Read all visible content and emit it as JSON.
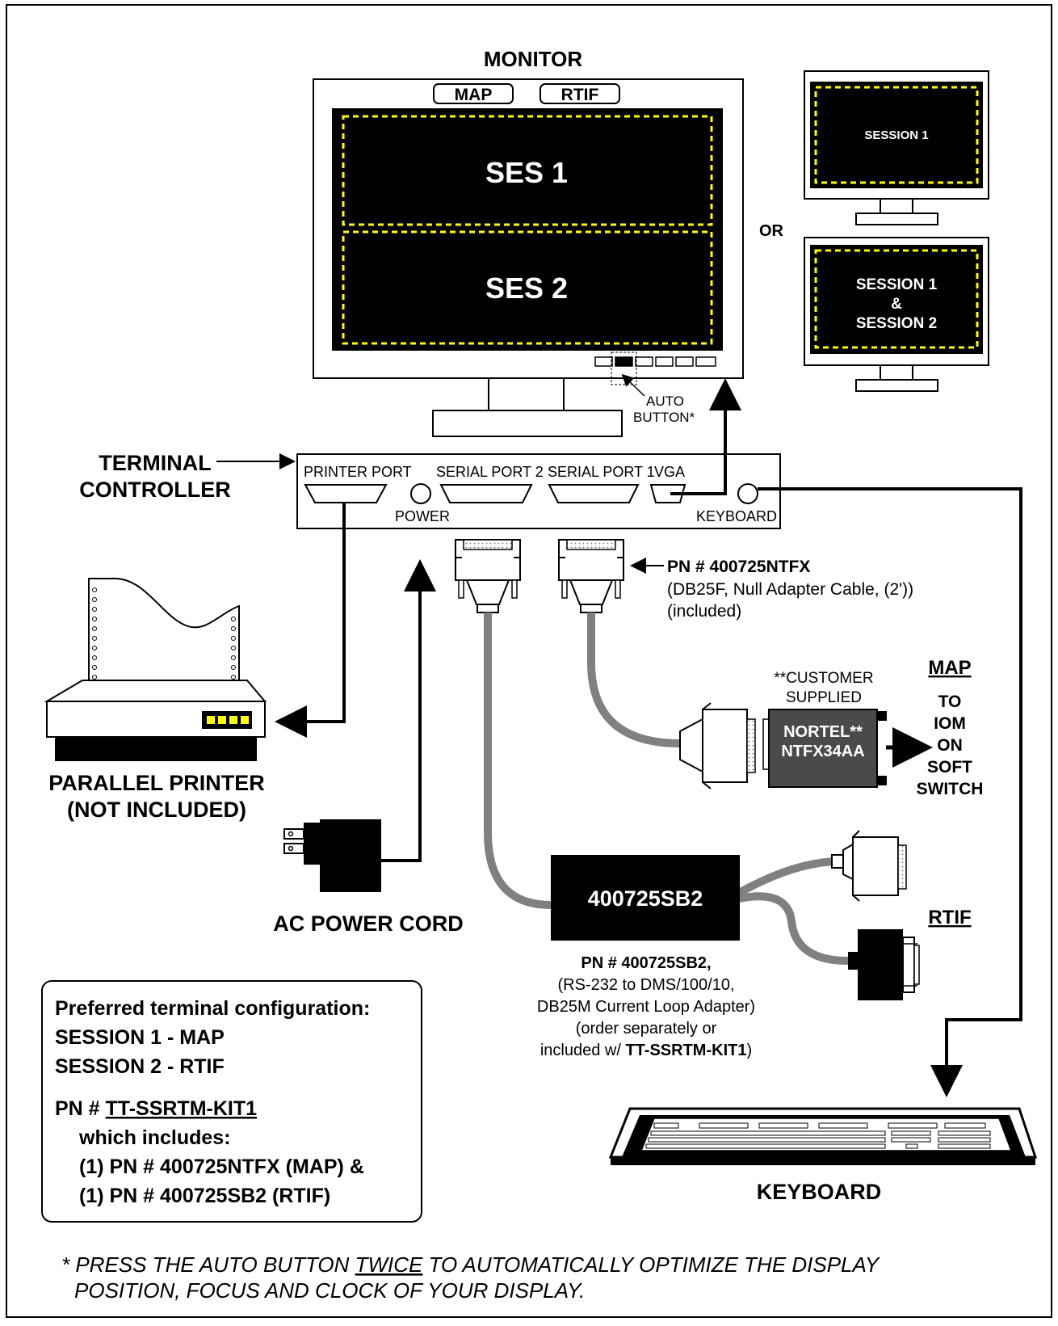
{
  "monitor": {
    "title": "MONITOR",
    "tab_map": "MAP",
    "tab_rtif": "RTIF",
    "ses1": "SES 1",
    "ses2": "SES 2",
    "auto_button_line1": "AUTO",
    "auto_button_line2": "BUTTON*"
  },
  "alt_monitors": {
    "or": "OR",
    "single": "SESSION 1",
    "dual_line1": "SESSION 1",
    "dual_line2": "&",
    "dual_line3": "SESSION 2"
  },
  "controller": {
    "label_line1": "TERMINAL",
    "label_line2": "CONTROLLER",
    "printer_port": "PRINTER PORT",
    "power": "POWER",
    "serial_port_2": "SERIAL PORT 2",
    "serial_port_1": "SERIAL PORT 1",
    "vga": "VGA",
    "keyboard": "KEYBOARD"
  },
  "printer": {
    "line1": "PARALLEL PRINTER",
    "line2": "(NOT INCLUDED)"
  },
  "power_cord": "AC POWER CORD",
  "ntfx_cable": {
    "pn": "PN # 400725NTFX",
    "desc": "(DB25F, Null Adapter Cable, (2'))",
    "included": "(included)"
  },
  "customer": {
    "line1": "**CUSTOMER",
    "line2": "SUPPLIED",
    "box_line1": "NORTEL**",
    "box_line2": "NTFX34AA"
  },
  "map_dest": {
    "title": "MAP",
    "lines": [
      "TO",
      "IOM",
      "ON",
      "SOFT",
      "SWITCH"
    ]
  },
  "sb2": {
    "box_label": "400725SB2",
    "pn": "PN # 400725SB2,",
    "line1": "(RS-232 to DMS/100/10,",
    "line2": "DB25M Current Loop Adapter)",
    "line3": "(order separately or",
    "line4_pre": "included w/ ",
    "line4_bold": "TT-SSRTM-KIT1",
    "line4_post": ")"
  },
  "rtif_dest": "RTIF",
  "keyboard_label": "KEYBOARD",
  "config_box": {
    "line1": "Preferred terminal configuration:",
    "line2": "SESSION 1 - MAP",
    "line3": "SESSION 2 - RTIF",
    "kit_prefix": "PN # ",
    "kit_name": "TT-SSRTM-KIT1",
    "line5": "which includes:",
    "line6": "(1) PN # 400725NTFX (MAP) &",
    "line7": "(1) PN # 400725SB2 (RTIF)"
  },
  "footnote": {
    "line1_pre": "* PRESS THE AUTO BUTTON ",
    "line1_u": "TWICE",
    "line1_post": " TO AUTOMATICALLY OPTIMIZE THE DISPLAY",
    "line2": "POSITION, FOCUS AND CLOCK OF YOUR DISPLAY."
  },
  "colors": {
    "cable": "#808080",
    "dash": "#ffff00",
    "nortel_box": "#4a4a4a"
  }
}
